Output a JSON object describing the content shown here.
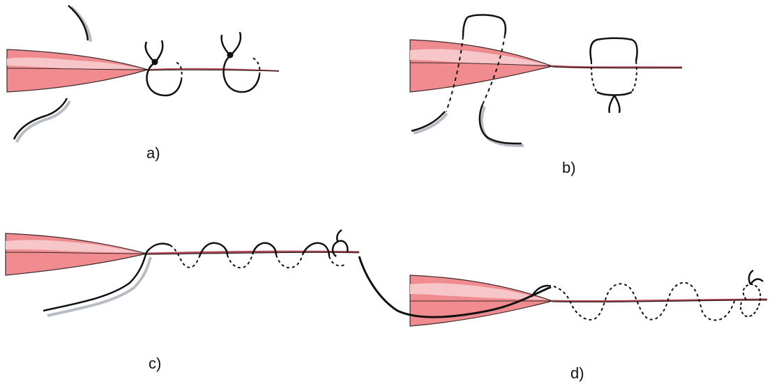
{
  "panels": [
    {
      "id": "a",
      "label": "a)"
    },
    {
      "id": "b",
      "label": "b)"
    },
    {
      "id": "c",
      "label": "c)"
    },
    {
      "id": "d",
      "label": "d)"
    }
  ],
  "colors": {
    "tissue_fill": "#f08c90",
    "tissue_highlight": "#f7c6c9",
    "tissue_outline": "#3a2a2a",
    "suture": "#111111",
    "suture_shadow": "#b8bcc4",
    "label_text": "#111111"
  }
}
